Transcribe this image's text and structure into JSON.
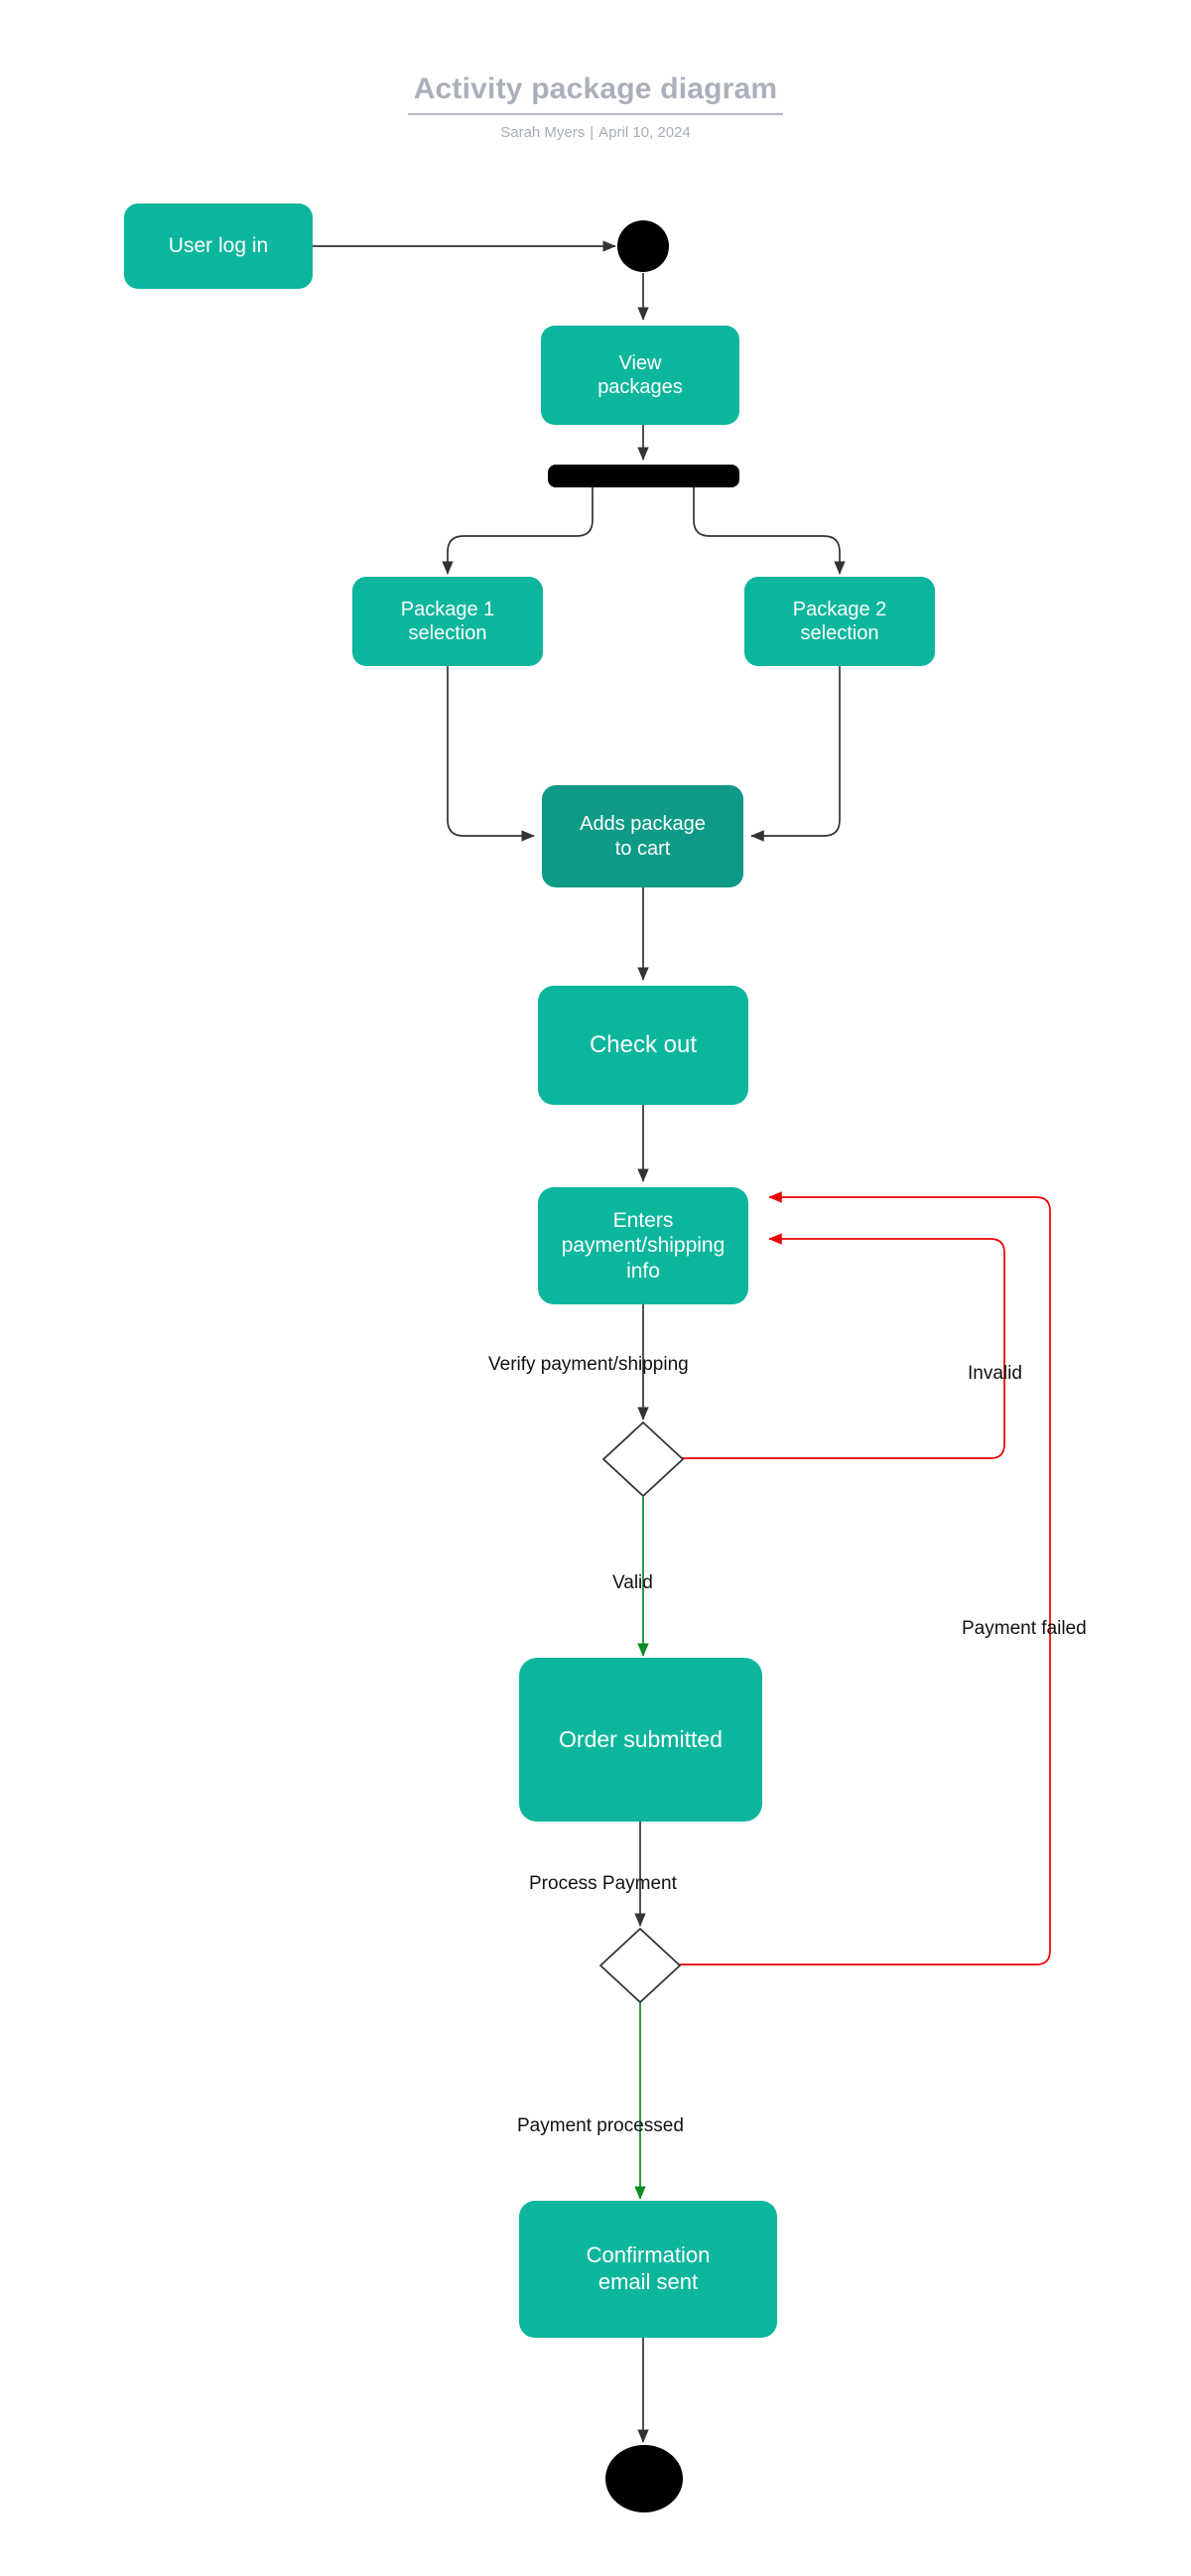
{
  "header": {
    "title": "Activity package diagram",
    "author": "Sarah Myers",
    "separator": "|",
    "date": "April 10, 2024"
  },
  "palette": {
    "node_fill": "#0cb69c",
    "node_fill_dark": "#0e9a86",
    "node_text": "#ffffff",
    "edge_default": "#333333",
    "edge_valid": "#0a8a22",
    "edge_error": "#ee0000",
    "terminal_fill": "#000000",
    "title_color": "#aab0bb",
    "background": "#ffffff"
  },
  "diagram": {
    "type": "uml-activity-diagram",
    "nodes": [
      {
        "id": "user-log-in",
        "kind": "action",
        "label": "User log in"
      },
      {
        "id": "initial-node",
        "kind": "initial",
        "label": ""
      },
      {
        "id": "view-packages",
        "kind": "action",
        "label": "View\npackages"
      },
      {
        "id": "fork-bar",
        "kind": "fork",
        "label": ""
      },
      {
        "id": "package-1-selection",
        "kind": "action",
        "label": "Package 1\nselection"
      },
      {
        "id": "package-2-selection",
        "kind": "action",
        "label": "Package 2\nselection"
      },
      {
        "id": "adds-package-to-cart",
        "kind": "action",
        "label": "Adds package\nto cart"
      },
      {
        "id": "check-out",
        "kind": "action",
        "label": "Check out"
      },
      {
        "id": "enters-payment-shipping-info",
        "kind": "action",
        "label": "Enters\npayment/shipping\ninfo"
      },
      {
        "id": "verify-decision",
        "kind": "decision",
        "label": ""
      },
      {
        "id": "order-submitted",
        "kind": "action",
        "label": "Order submitted"
      },
      {
        "id": "payment-decision",
        "kind": "decision",
        "label": ""
      },
      {
        "id": "confirmation-email-sent",
        "kind": "action",
        "label": "Confirmation\nemail sent"
      },
      {
        "id": "final-node",
        "kind": "final",
        "label": ""
      }
    ],
    "edge_labels": {
      "verify_payment_shipping": "Verify payment/shipping",
      "invalid": "Invalid",
      "valid": "Valid",
      "process_payment": "Process Payment",
      "payment_failed": "Payment failed",
      "payment_processed": "Payment processed"
    },
    "edges": [
      {
        "from": "user-log-in",
        "to": "initial-node",
        "color": "default",
        "label": ""
      },
      {
        "from": "initial-node",
        "to": "view-packages",
        "color": "default",
        "label": ""
      },
      {
        "from": "view-packages",
        "to": "fork-bar",
        "color": "default",
        "label": ""
      },
      {
        "from": "fork-bar",
        "to": "package-1-selection",
        "color": "default",
        "label": ""
      },
      {
        "from": "fork-bar",
        "to": "package-2-selection",
        "color": "default",
        "label": ""
      },
      {
        "from": "package-1-selection",
        "to": "adds-package-to-cart",
        "color": "default",
        "label": ""
      },
      {
        "from": "package-2-selection",
        "to": "adds-package-to-cart",
        "color": "default",
        "label": ""
      },
      {
        "from": "adds-package-to-cart",
        "to": "check-out",
        "color": "default",
        "label": ""
      },
      {
        "from": "check-out",
        "to": "enters-payment-shipping-info",
        "color": "default",
        "label": ""
      },
      {
        "from": "enters-payment-shipping-info",
        "to": "verify-decision",
        "color": "default",
        "label": "Verify payment/shipping"
      },
      {
        "from": "verify-decision",
        "to": "enters-payment-shipping-info",
        "color": "error",
        "label": "Invalid"
      },
      {
        "from": "verify-decision",
        "to": "order-submitted",
        "color": "valid",
        "label": "Valid"
      },
      {
        "from": "order-submitted",
        "to": "payment-decision",
        "color": "default",
        "label": "Process Payment"
      },
      {
        "from": "payment-decision",
        "to": "enters-payment-shipping-info",
        "color": "error",
        "label": "Payment failed"
      },
      {
        "from": "payment-decision",
        "to": "confirmation-email-sent",
        "color": "valid",
        "label": "Payment processed"
      },
      {
        "from": "confirmation-email-sent",
        "to": "final-node",
        "color": "default",
        "label": ""
      }
    ]
  }
}
